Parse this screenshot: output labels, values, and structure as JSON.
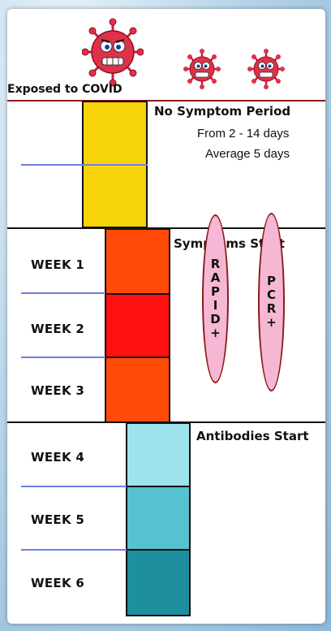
{
  "header": {
    "exposed_label": "Exposed to COVID"
  },
  "no_symptom": {
    "title": "No Symptom Period",
    "range": "From 2 - 14 days",
    "average": "Average 5 days"
  },
  "symptoms": {
    "title": "Symptoms Start"
  },
  "antibodies": {
    "title": "Antibodies Start"
  },
  "weeks": [
    "WEEK 1",
    "WEEK 2",
    "WEEK 3",
    "WEEK 4",
    "WEEK 5",
    "WEEK 6"
  ],
  "tests": [
    {
      "text": "RAPID+"
    },
    {
      "text": "PCR+"
    }
  ],
  "colors": {
    "no_symptom_fill": "#f7d40a",
    "week1": "#ff4a0a",
    "week2": "#ff1010",
    "week3": "#ff4a0a",
    "week4": "#9ee2ec",
    "week5": "#56c2d0",
    "week6": "#1d8f9e",
    "pill": "#f5b7d4",
    "virus": "#e0304a"
  },
  "icons": [
    "virus-icon-large",
    "virus-icon-small",
    "virus-icon-small"
  ]
}
